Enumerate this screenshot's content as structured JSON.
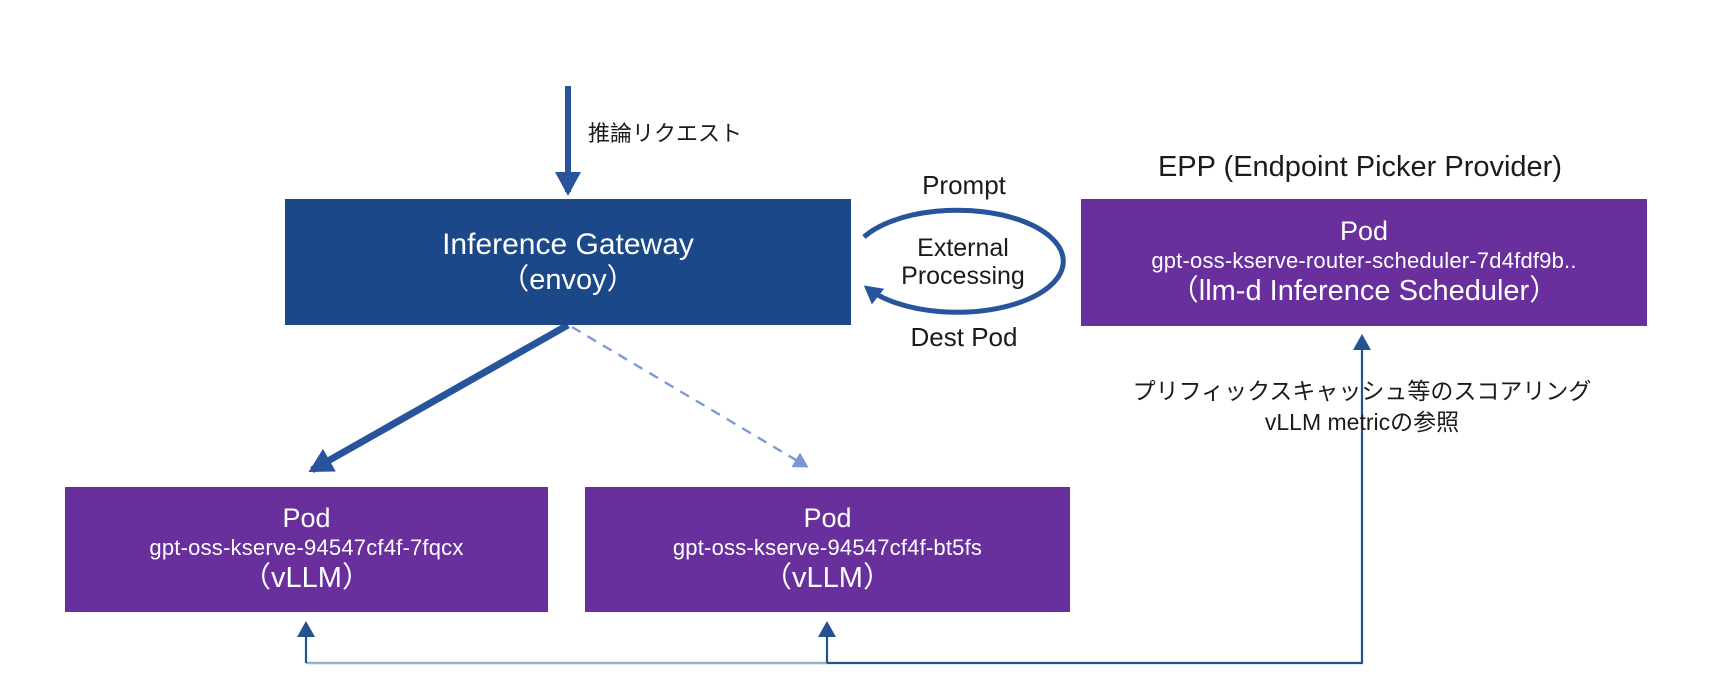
{
  "labels": {
    "request": "推論リクエスト"
  },
  "gateway": {
    "title": "Inference Gateway",
    "subtitle": "（envoy）"
  },
  "loop": {
    "top_label": "Prompt",
    "center_line1": "External",
    "center_line2": "Processing",
    "bottom_label": "Dest Pod"
  },
  "epp": {
    "title": "EPP (Endpoint Picker Provider)",
    "pod": {
      "name": "Pod",
      "id": "gpt-oss-kserve-router-scheduler-7d4fdf9b..",
      "subtitle": "（llm-d Inference Scheduler）"
    }
  },
  "pods": [
    {
      "name": "Pod",
      "id": "gpt-oss-kserve-94547cf4f-7fqcx",
      "runtime": "（vLLM）"
    },
    {
      "name": "Pod",
      "id": "gpt-oss-kserve-94547cf4f-bt5fs",
      "runtime": "（vLLM）"
    }
  ],
  "notes": {
    "scoring_line1": "プリフィックスキャッシュ等のスコアリング",
    "scoring_line2": "vLLM metricの参照"
  },
  "colors": {
    "navy_box": "#1b4889",
    "navy_arrow": "#27549b",
    "purple_box": "#682f9d",
    "dashed_arrow": "#7f9ad8",
    "light_line": "#98b0cb",
    "text": "#1b1b1b",
    "box_text": "#ffffff"
  }
}
